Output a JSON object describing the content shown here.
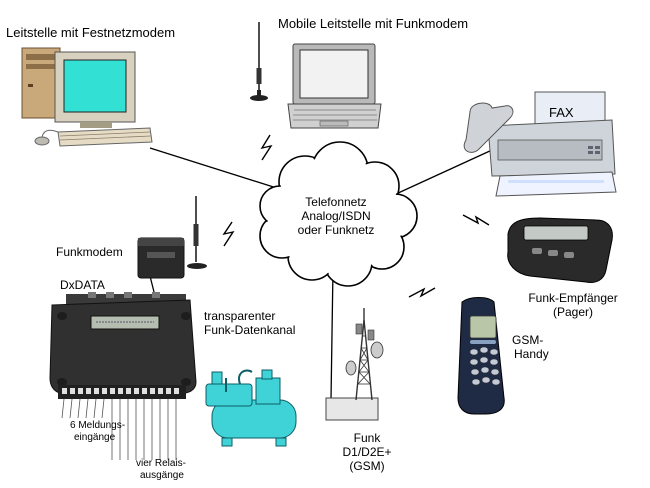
{
  "labels": {
    "leitstelle_festnetz": "Leitstelle mit Festnetzmodem",
    "mobile_leitstelle": "Mobile Leitstelle mit Funkmodem",
    "fax": "FAX",
    "cloud_line1": "Telefonnetz",
    "cloud_line2": "Analog/ISDN",
    "cloud_line3": "oder Funknetz",
    "funkmodem": "Funkmodem",
    "dxdata": "DxDATA",
    "transparent_line1": "transparenter",
    "transparent_line2": "Funk-Datenkanal",
    "pager_line1": "Funk-Empfänger",
    "pager_line2": "(Pager)",
    "gsm_line1": "GSM-",
    "gsm_line2": "Handy",
    "funk_line1": "Funk",
    "funk_line2": "D1/D2E+",
    "funk_line3": "(GSM)",
    "meldung_line1": "6 Meldungs-",
    "meldung_line2": "eingänge",
    "relais_line1": "vier Relais-",
    "relais_line2": "ausgänge"
  }
}
